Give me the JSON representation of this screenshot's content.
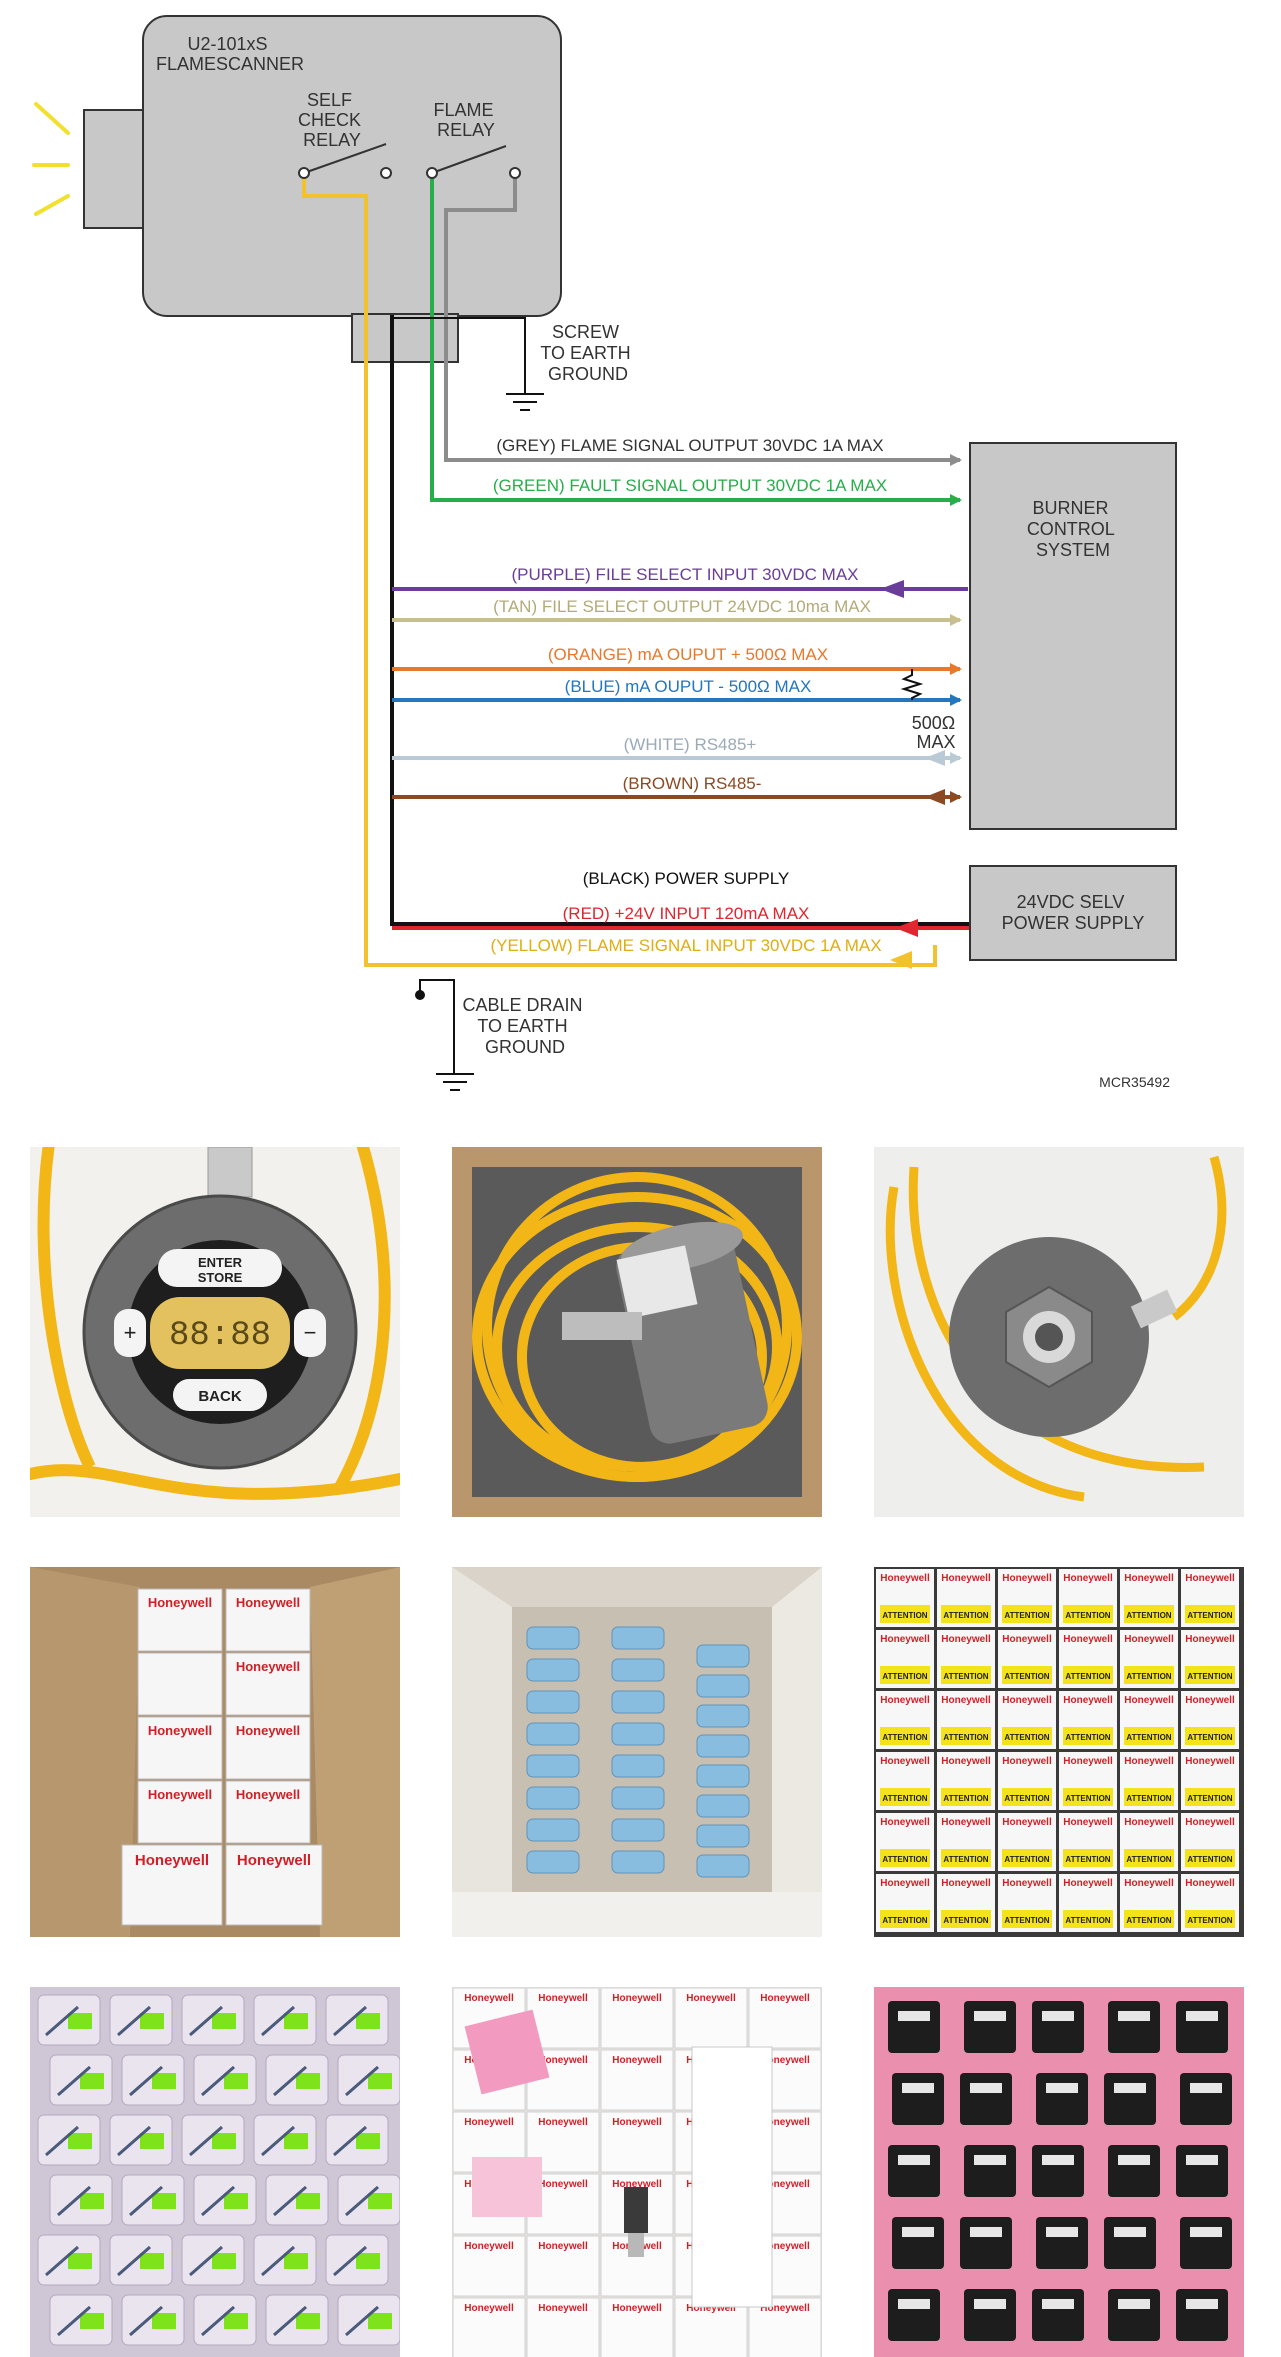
{
  "diagram": {
    "scanner": [
      "U2-101xS",
      "FLAMESCANNER"
    ],
    "self_check_relay": [
      "SELF",
      "CHECK",
      "RELAY"
    ],
    "flame_relay": [
      "FLAME",
      "RELAY"
    ],
    "screw_ground": [
      "SCREW",
      "TO EARTH",
      "GROUND"
    ],
    "burner_box": [
      "BURNER",
      "CONTROL",
      "SYSTEM"
    ],
    "power_box": [
      "24VDC SELV",
      "POWER SUPPLY"
    ],
    "resistor": [
      "500Ω",
      "MAX"
    ],
    "cable_drain": [
      "CABLE DRAIN",
      "TO EARTH",
      "GROUND"
    ],
    "ref_code": "MCR35492",
    "signals": [
      {
        "label": "(GREY) FLAME SIGNAL OUTPUT 30VDC 1A MAX",
        "color": "#8c8c8c"
      },
      {
        "label": "(GREEN) FAULT SIGNAL OUTPUT 30VDC 1A MAX",
        "color": "#27ae4a"
      },
      {
        "label": "(PURPLE) FILE SELECT INPUT 30VDC MAX",
        "color": "#6a3e98"
      },
      {
        "label": "(TAN) FILE SELECT OUTPUT 24VDC 10ma MAX",
        "color": "#c8bf8e"
      },
      {
        "label": "(ORANGE) mA OUPUT + 500Ω MAX",
        "color": "#e8782c"
      },
      {
        "label": "(BLUE) mA OUPUT - 500Ω MAX",
        "color": "#2476bd"
      },
      {
        "label": "(WHITE) RS485+",
        "color": "#b9c9d6"
      },
      {
        "label": "(BROWN) RS485-",
        "color": "#8b4a24"
      },
      {
        "label": "(BLACK) POWER SUPPLY",
        "color": "#111111"
      },
      {
        "label": "(RED) +24V INPUT 120mA MAX",
        "color": "#e0262e"
      },
      {
        "label": "(YELLOW) FLAME SIGNAL INPUT 30VDC 1A MAX",
        "color": "#f2c12e"
      }
    ]
  },
  "photos": [
    {
      "brand": "",
      "display": "88:88",
      "keys": [
        "ENTER",
        "STORE",
        "BACK",
        "+",
        "−"
      ]
    },
    {
      "brand": ""
    },
    {
      "brand": ""
    },
    {
      "brand": "Honeywell"
    },
    {
      "brand": ""
    },
    {
      "brand": "Honeywell",
      "tag": "ATTENTION"
    },
    {
      "brand": ""
    },
    {
      "brand": "Honeywell"
    },
    {
      "brand": ""
    }
  ]
}
